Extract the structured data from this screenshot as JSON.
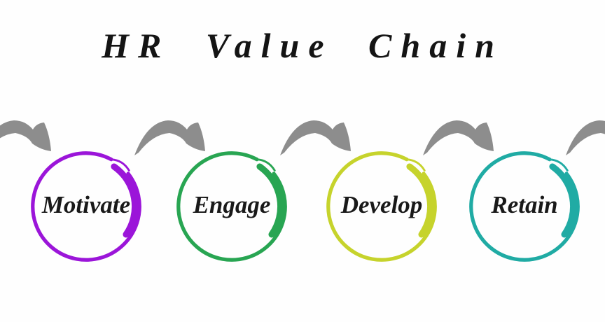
{
  "title": "HR Value Chain",
  "diagram": {
    "arrow_color": "#8D8D8D",
    "steps": [
      {
        "label": "Motivate",
        "color": "#9B15D9"
      },
      {
        "label": "Engage",
        "color": "#28A552"
      },
      {
        "label": "Develop",
        "color": "#C6D32C"
      },
      {
        "label": "Retain",
        "color": "#20ABA4"
      }
    ]
  }
}
